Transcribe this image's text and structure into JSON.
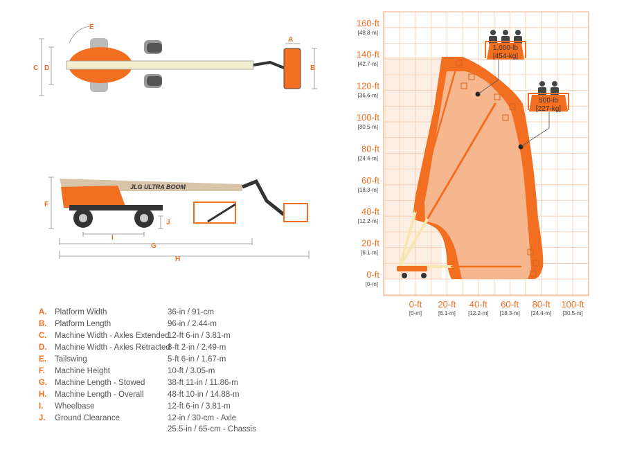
{
  "dimension_letters": [
    "A",
    "B",
    "C",
    "D",
    "E",
    "F",
    "G",
    "H",
    "I",
    "J"
  ],
  "brand_text": "JLG ULTRA BOOM",
  "specs": [
    {
      "letter": "A.",
      "name": "Platform Width",
      "value": "36-in / 91-cm"
    },
    {
      "letter": "B.",
      "name": "Platform Length",
      "value": "96-in / 2.44-m"
    },
    {
      "letter": "C.",
      "name": "Machine Width - Axles Extended",
      "value": "12-ft 6-in / 3.81-m"
    },
    {
      "letter": "D.",
      "name": "Machine Width - Axles Retracted",
      "value": "8-ft 2-in / 2.49-m"
    },
    {
      "letter": "E.",
      "name": "Tailswing",
      "value": "5-ft 6-in / 1.67-m"
    },
    {
      "letter": "F.",
      "name": "Machine Height",
      "value": "10-ft / 3.05-m"
    },
    {
      "letter": "G.",
      "name": "Machine Length - Stowed",
      "value": "38-ft 11-in / 11.86-m"
    },
    {
      "letter": "H.",
      "name": "Machine Length - Overall",
      "value": "48-ft 10-in / 14.88-m"
    },
    {
      "letter": "I.",
      "name": "Wheelbase",
      "value": "12-ft 6-in / 3.81-m"
    },
    {
      "letter": "J.",
      "name": "Ground Clearance",
      "value": "12-in / 30-cm - Axle",
      "value2": "25.5-in / 65-cm - Chassis"
    }
  ],
  "envelope": {
    "y_ticks": [
      {
        "ft": "160-ft",
        "m": "[48.8-m]"
      },
      {
        "ft": "140-ft",
        "m": "[42.7-m]"
      },
      {
        "ft": "120-ft",
        "m": "[36.6-m]"
      },
      {
        "ft": "100-ft",
        "m": "[30.5-m]"
      },
      {
        "ft": "80-ft",
        "m": "[24.4-m]"
      },
      {
        "ft": "60-ft",
        "m": "[18.3-m]"
      },
      {
        "ft": "40-ft",
        "m": "[12.2-m]"
      },
      {
        "ft": "20-ft",
        "m": "[6.1-m]"
      },
      {
        "ft": "0-ft",
        "m": "[0-m]"
      }
    ],
    "x_ticks": [
      {
        "ft": "0-ft",
        "m": "[0-m]"
      },
      {
        "ft": "20-ft",
        "m": "[6.1-m]"
      },
      {
        "ft": "40-ft",
        "m": "[12.2-m]"
      },
      {
        "ft": "60-ft",
        "m": "[18.3-m]"
      },
      {
        "ft": "80-ft",
        "m": "[24.4-m]"
      },
      {
        "ft": "100-ft",
        "m": "[30.5-m]"
      }
    ],
    "capacity_high": {
      "lb": "1,000-lb",
      "kg": "[454-kg]"
    },
    "capacity_low": {
      "lb": "500-lb",
      "kg": "[227-kg]"
    },
    "accent": "#f26f21"
  }
}
